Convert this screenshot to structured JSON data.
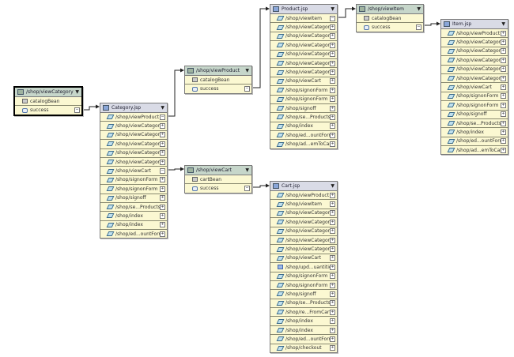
{
  "nodes": [
    {
      "id": "viewCategory-action",
      "type": "action",
      "title": "/shop/viewCategory",
      "selected": true,
      "rows": [
        {
          "label": "catalogBean",
          "icon": "bean"
        },
        {
          "label": "success",
          "icon": "fwd",
          "exp": "−"
        }
      ]
    },
    {
      "id": "category-jsp",
      "type": "jsp",
      "title": "Category.jsp",
      "rows": [
        {
          "label": "/shop/viewProduct",
          "exp": "−"
        },
        {
          "label": "/shop/viewCategory"
        },
        {
          "label": "/shop/viewCategory"
        },
        {
          "label": "/shop/viewCategory"
        },
        {
          "label": "/shop/viewCategory"
        },
        {
          "label": "/shop/viewCategory"
        },
        {
          "label": "/shop/viewCart",
          "exp": "−"
        },
        {
          "label": "/shop/signonForm"
        },
        {
          "label": "/shop/signonForm"
        },
        {
          "label": "/shop/signoff"
        },
        {
          "label": "/shop/se...Products"
        },
        {
          "label": "/shop/index"
        },
        {
          "label": "/shop/index"
        },
        {
          "label": "/shop/ed...ountForm"
        }
      ]
    },
    {
      "id": "viewProduct-action",
      "type": "action",
      "title": "/shop/viewProduct",
      "rows": [
        {
          "label": "catalogBean",
          "icon": "bean"
        },
        {
          "label": "success",
          "icon": "fwd",
          "exp": "−"
        }
      ]
    },
    {
      "id": "viewCart-action",
      "type": "action",
      "title": "/shop/viewCart",
      "rows": [
        {
          "label": "cartBean",
          "icon": "bean"
        },
        {
          "label": "success",
          "icon": "fwd",
          "exp": "−"
        }
      ]
    },
    {
      "id": "product-jsp",
      "type": "jsp",
      "title": "Product.jsp",
      "rows": [
        {
          "label": "/shop/viewItem",
          "exp": "−"
        },
        {
          "label": "/shop/viewCategory"
        },
        {
          "label": "/shop/viewCategory"
        },
        {
          "label": "/shop/viewCategory"
        },
        {
          "label": "/shop/viewCategory"
        },
        {
          "label": "/shop/viewCategory"
        },
        {
          "label": "/shop/viewCategory"
        },
        {
          "label": "/shop/viewCart"
        },
        {
          "label": "/shop/signonForm"
        },
        {
          "label": "/shop/signonForm"
        },
        {
          "label": "/shop/signoff"
        },
        {
          "label": "/shop/se...Products"
        },
        {
          "label": "/shop/index"
        },
        {
          "label": "/shop/ed...ountForm"
        },
        {
          "label": "/shop/ad...emToCart"
        }
      ]
    },
    {
      "id": "viewItem-action",
      "type": "action",
      "title": "/shop/viewItem",
      "rows": [
        {
          "label": "catalogBean",
          "icon": "bean"
        },
        {
          "label": "success",
          "icon": "fwd",
          "exp": "−"
        }
      ]
    },
    {
      "id": "item-jsp",
      "type": "jsp",
      "title": "Item.jsp",
      "rows": [
        {
          "label": "/shop/viewProduct"
        },
        {
          "label": "/shop/viewCategory"
        },
        {
          "label": "/shop/viewCategory"
        },
        {
          "label": "/shop/viewCategory"
        },
        {
          "label": "/shop/viewCategory"
        },
        {
          "label": "/shop/viewCategory"
        },
        {
          "label": "/shop/viewCart"
        },
        {
          "label": "/shop/signonForm"
        },
        {
          "label": "/shop/signonForm"
        },
        {
          "label": "/shop/signoff"
        },
        {
          "label": "/shop/se...Products"
        },
        {
          "label": "/shop/index"
        },
        {
          "label": "/shop/ed...ountForm"
        },
        {
          "label": "/shop/ad...emToCart"
        }
      ]
    },
    {
      "id": "cart-jsp",
      "type": "jsp",
      "title": "Cart.jsp",
      "rows": [
        {
          "label": "/shop/viewProduct"
        },
        {
          "label": "/shop/viewItem"
        },
        {
          "label": "/shop/viewCategory"
        },
        {
          "label": "/shop/viewCategory"
        },
        {
          "label": "/shop/viewCategory"
        },
        {
          "label": "/shop/viewCategory"
        },
        {
          "label": "/shop/viewCategory"
        },
        {
          "label": "/shop/viewCart"
        },
        {
          "label": "/shop/upd...uantities",
          "icon": "page"
        },
        {
          "label": "/shop/signonForm"
        },
        {
          "label": "/shop/signonForm"
        },
        {
          "label": "/shop/signoff"
        },
        {
          "label": "/shop/se...Products"
        },
        {
          "label": "/shop/re...FromCart"
        },
        {
          "label": "/shop/index"
        },
        {
          "label": "/shop/index"
        },
        {
          "label": "/shop/ed...ountForm"
        },
        {
          "label": "/shop/checkout"
        }
      ]
    }
  ]
}
